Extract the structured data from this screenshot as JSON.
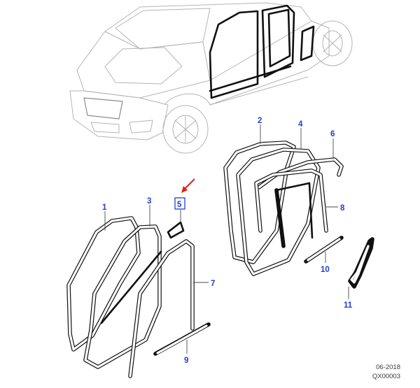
{
  "callouts": {
    "c1": "1",
    "c2": "2",
    "c3": "3",
    "c4": "4",
    "c5": "5",
    "c6": "6",
    "c7": "7",
    "c8": "8",
    "c9": "9",
    "c10": "10",
    "c11": "11"
  },
  "footer": {
    "date": "06-2018",
    "code": "QX00003"
  },
  "colors": {
    "callout": "#1f3fd6",
    "arrow": "#e02020",
    "seal": "#111111",
    "vehicle": "#b4b4b4"
  }
}
